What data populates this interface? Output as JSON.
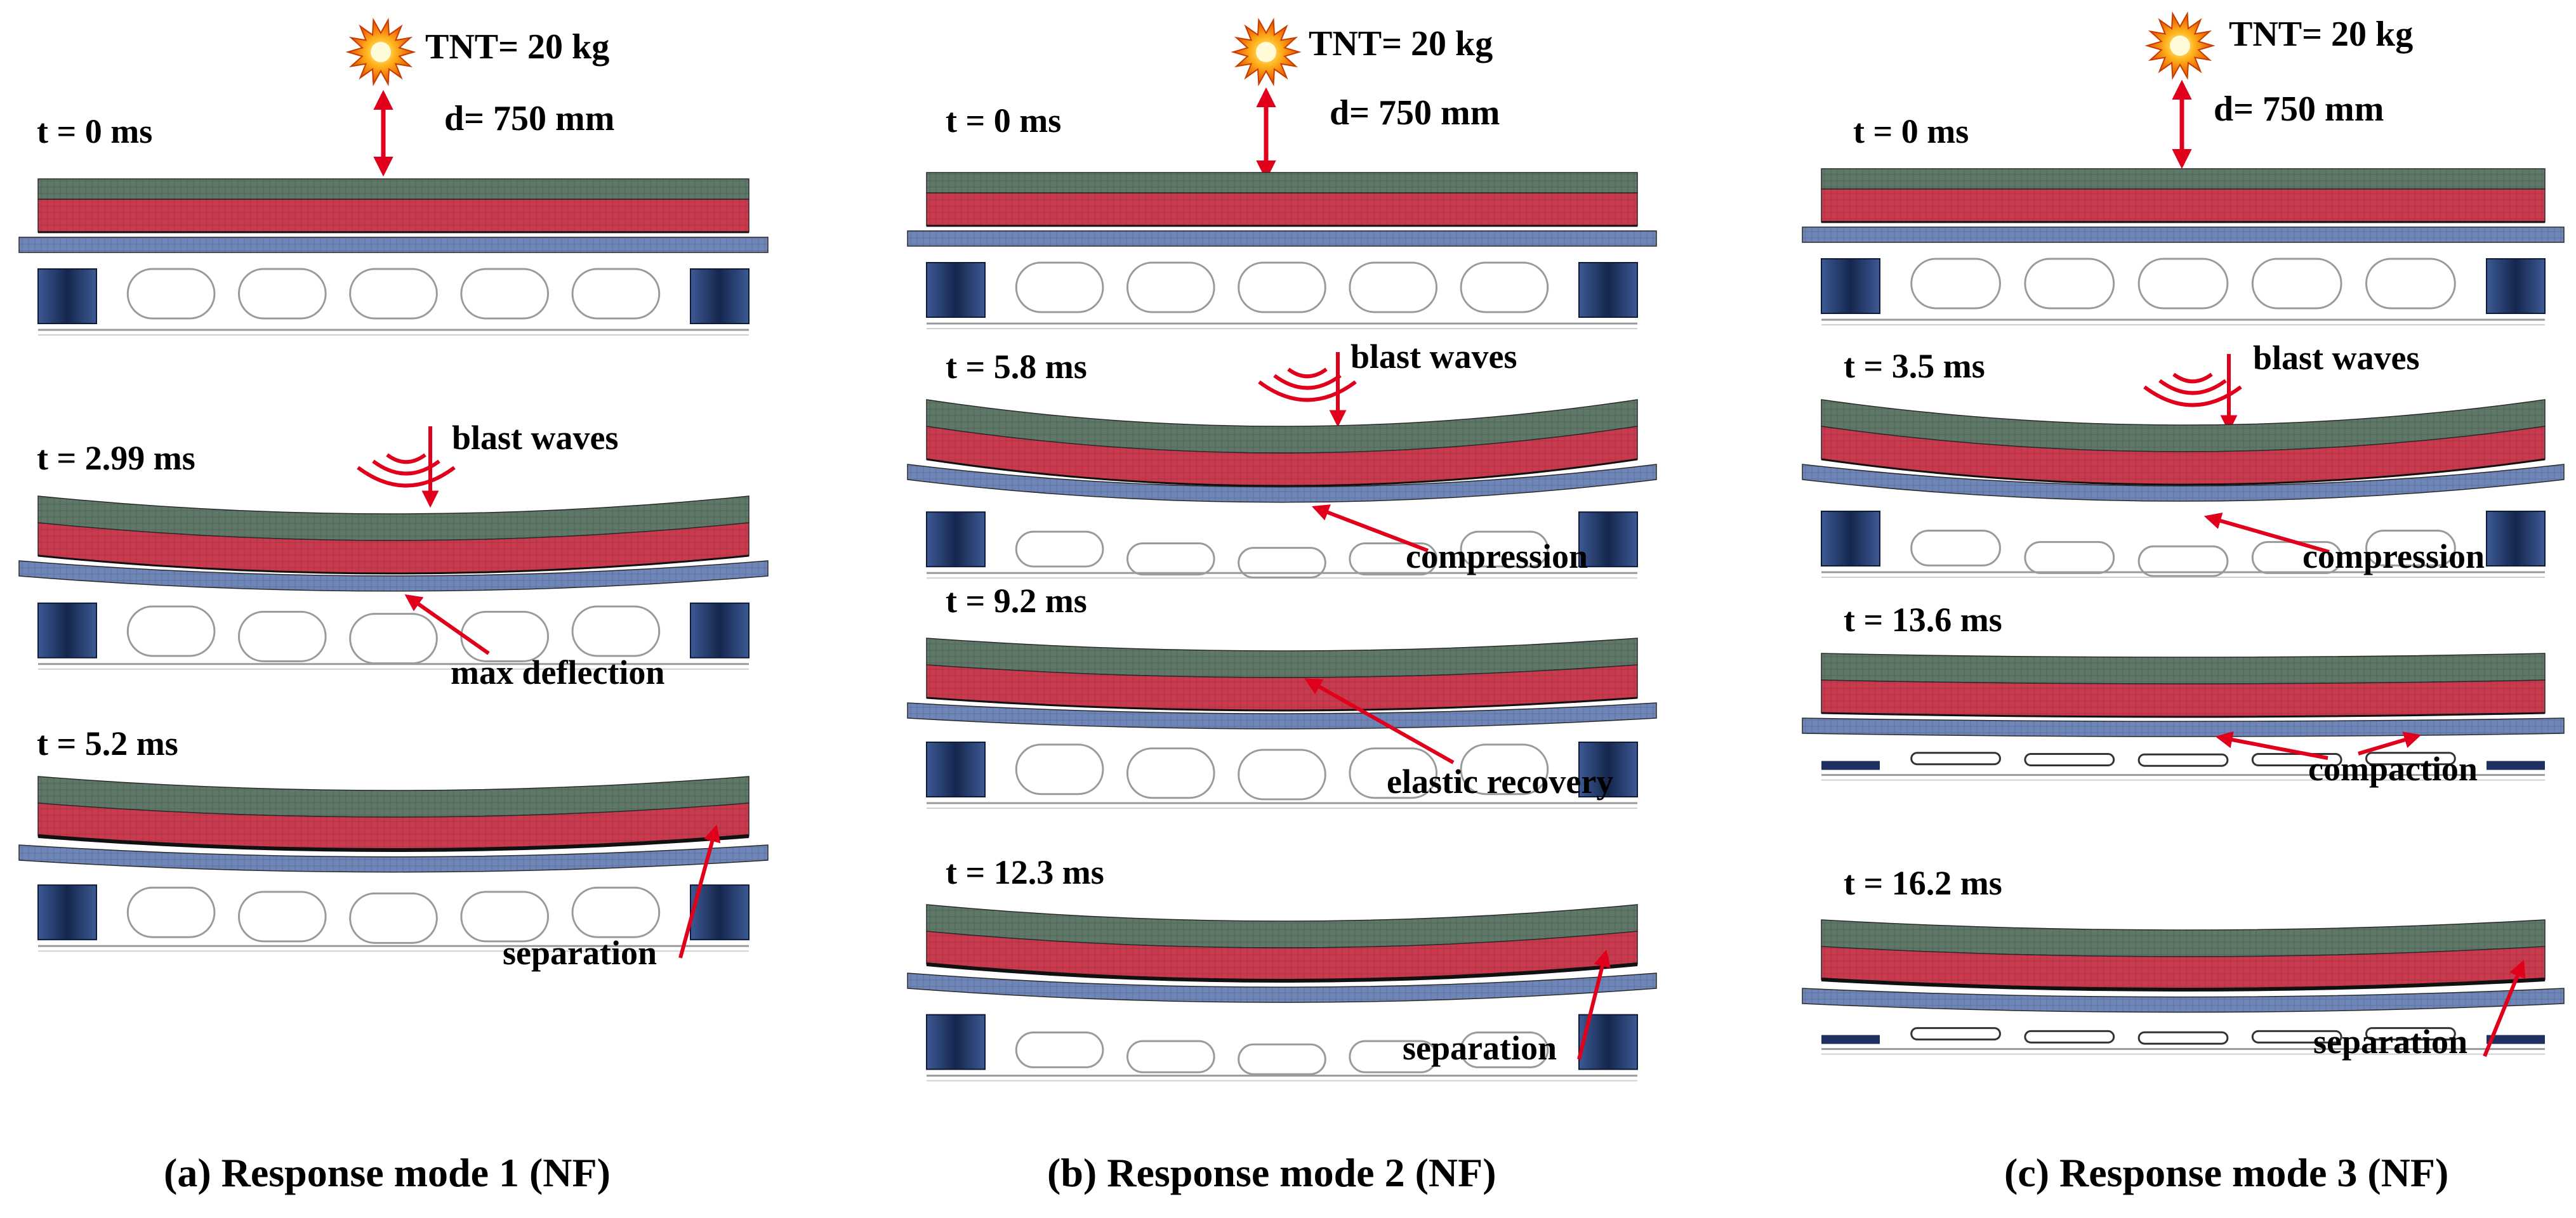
{
  "charge": {
    "label": "TNT= 20 kg",
    "distance": "d= 750 mm",
    "icon": "explosion-icon"
  },
  "colors": {
    "top_layer": "#5f7868",
    "core_layer": "#c93a4e",
    "base_plate": "#6f86b8",
    "support": "#1f3160",
    "arrow": "#e0001b",
    "tube": "#9a9a9a"
  },
  "panels": [
    {
      "caption": "(a) Response mode 1 (NF)",
      "frames": [
        {
          "time": "t = 0 ms",
          "annotation": ""
        },
        {
          "time": "t = 2.99 ms",
          "annotation": "max deflection",
          "waves_label": "blast waves"
        },
        {
          "time": "t = 5.2 ms",
          "annotation": "separation"
        }
      ]
    },
    {
      "caption": "(b) Response mode 2 (NF)",
      "frames": [
        {
          "time": "t = 0 ms",
          "annotation": ""
        },
        {
          "time": "t = 5.8 ms",
          "annotation": "compression",
          "waves_label": "blast waves"
        },
        {
          "time": "t = 9.2 ms",
          "annotation": "elastic recovery"
        },
        {
          "time": "t = 12.3 ms",
          "annotation": "separation"
        }
      ]
    },
    {
      "caption": "(c) Response mode 3 (NF)",
      "frames": [
        {
          "time": "t = 0 ms",
          "annotation": ""
        },
        {
          "time": "t = 3.5 ms",
          "annotation": "compression",
          "waves_label": "blast waves"
        },
        {
          "time": "t = 13.6 ms",
          "annotation": "compaction"
        },
        {
          "time": "t = 16.2 ms",
          "annotation": "separation"
        }
      ]
    }
  ]
}
